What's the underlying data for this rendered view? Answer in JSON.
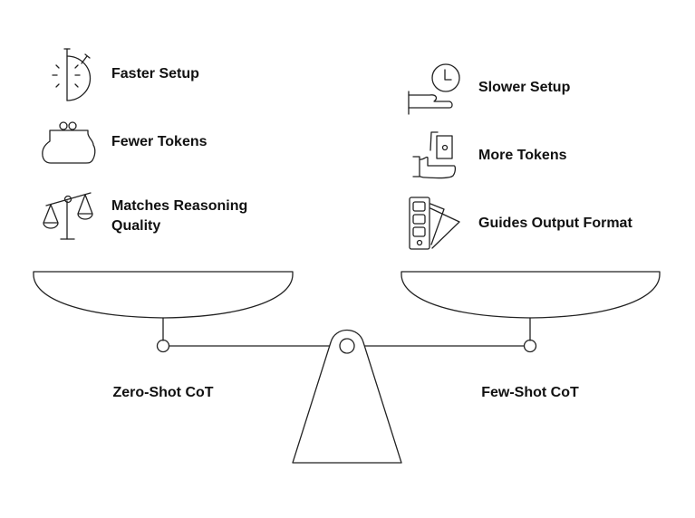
{
  "left": {
    "title": "Zero-Shot CoT",
    "items": [
      {
        "label": "Faster Setup",
        "icon": "stopwatch-icon"
      },
      {
        "label": "Fewer Tokens",
        "icon": "coin-purse-icon"
      },
      {
        "label_line1": "Matches Reasoning",
        "label_line2": "Quality",
        "icon": "balance-scale-icon"
      }
    ]
  },
  "right": {
    "title": "Few-Shot CoT",
    "items": [
      {
        "label": "Slower Setup",
        "icon": "hand-clock-icon"
      },
      {
        "label": "More Tokens",
        "icon": "hand-money-icon"
      },
      {
        "label": "Guides Output Format",
        "icon": "color-swatch-icon"
      }
    ]
  },
  "colors": {
    "stroke": "#222222",
    "text": "#111111"
  }
}
